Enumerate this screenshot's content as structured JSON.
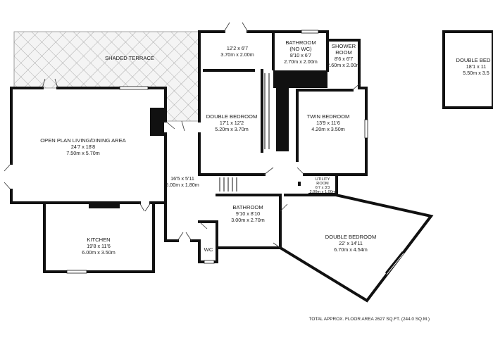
{
  "rooms": {
    "terrace": {
      "name": "SHADED TERRACE"
    },
    "living": {
      "name": "OPEN PLAN LIVING/DINING AREA",
      "imperial": "24'7 x 18'8",
      "metric": "7.50m x 5.70m"
    },
    "kitchen": {
      "name": "KITCHEN",
      "imperial": "19'8 x 11'6",
      "metric": "6.00m x 3.50m"
    },
    "hall": {
      "imperial": "16'5 x 5'11",
      "metric": "5.00m x 1.80m"
    },
    "wc": {
      "name": "WC"
    },
    "porch": {
      "imperial": "12'2 x 6'7",
      "metric": "3.70m x 2.00m"
    },
    "bathroom_no_wc": {
      "name": "BATHROOM",
      "name2": "(NO WC)",
      "imperial": "8'10 x 6'7",
      "metric": "2.70m x 2.00m"
    },
    "shower_room": {
      "name": "SHOWER",
      "name2": "ROOM",
      "imperial": "8'6 x 6'7",
      "metric": "2.60m x 2.00m"
    },
    "double_bedroom_1": {
      "name": "DOUBLE BEDROOM",
      "imperial": "17'1 x 12'2",
      "metric": "5.20m x 3.70m"
    },
    "twin_bedroom": {
      "name": "TWIN BEDROOM",
      "imperial": "13'9 x 11'6",
      "metric": "4.20m x 3.50m"
    },
    "utility": {
      "name": "UTILITY",
      "name2": "ROOM",
      "imperial": "6'7 x 3'3",
      "metric": "2.00m x 1.00m"
    },
    "bathroom": {
      "name": "BATHROOM",
      "imperial": "9'10 x 8'10",
      "metric": "3.00m x 2.70m"
    },
    "double_bedroom_2": {
      "name": "DOUBLE BEDROOM",
      "imperial": "22' x 14'11",
      "metric": "6.70m x 4.54m"
    },
    "double_bedroom_3": {
      "name": "DOUBLE BED",
      "imperial": "18'1 x 11",
      "metric": "5.50m x 3.5"
    }
  },
  "footer": {
    "total": "TOTAL APPROX. FLOOR AREA 2627 SQ.FT. (244.0 SQ.M.)"
  }
}
